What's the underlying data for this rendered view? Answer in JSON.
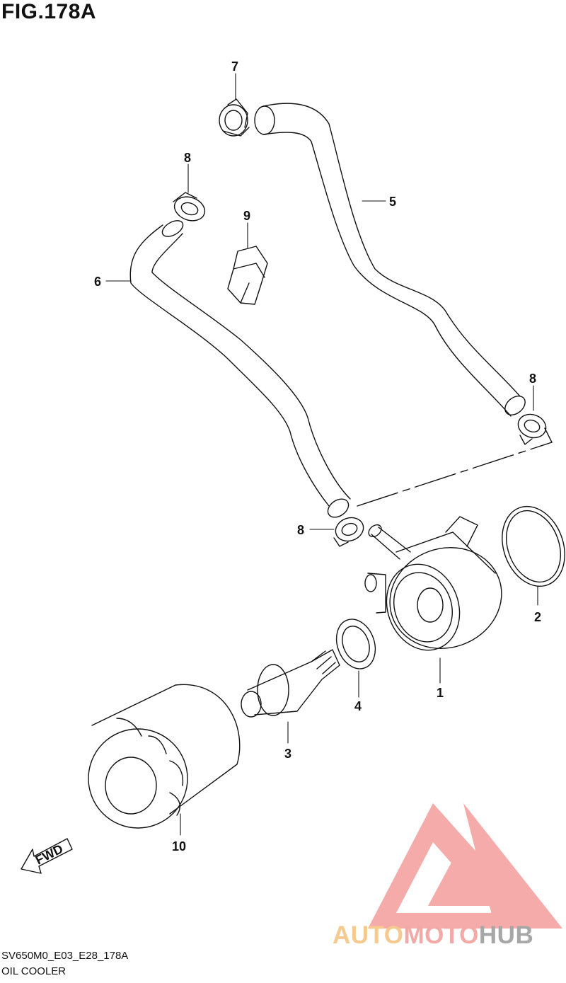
{
  "figure": {
    "title": "FIG.178A",
    "model_code": "SV650M0_E03_E28_178A",
    "section_name": "OIL COOLER",
    "fwd_label": "FWD"
  },
  "callouts": {
    "part_1": "1",
    "part_2": "2",
    "part_3": "3",
    "part_4": "4",
    "part_5": "5",
    "part_6": "6",
    "part_7": "7",
    "part_8a": "8",
    "part_8b": "8",
    "part_8c": "8",
    "part_9": "9",
    "part_10": "10"
  },
  "watermark": {
    "word_auto": "AUTO",
    "word_moto": "MOTO",
    "word_hub": "HUB",
    "color_auto": "#f6c98f",
    "color_moto": "#f3a9a6",
    "color_hub": "#a7a7a7",
    "logo_icon": "triangle-m-logo-icon"
  }
}
